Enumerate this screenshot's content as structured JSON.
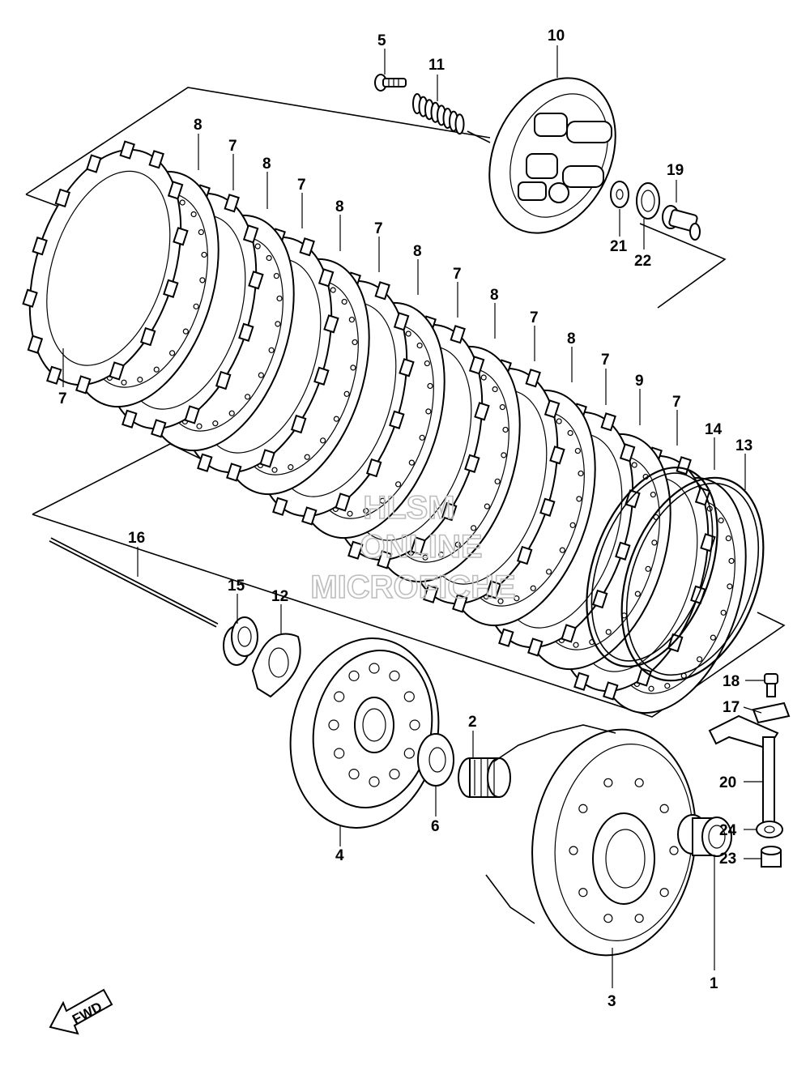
{
  "callouts": [
    {
      "id": "c5",
      "text": "5"
    },
    {
      "id": "c11",
      "text": "11"
    },
    {
      "id": "c10",
      "text": "10"
    },
    {
      "id": "c19",
      "text": "19"
    },
    {
      "id": "c21",
      "text": "21"
    },
    {
      "id": "c22",
      "text": "22"
    },
    {
      "id": "c8a",
      "text": "8"
    },
    {
      "id": "c7a",
      "text": "7"
    },
    {
      "id": "c8b",
      "text": "8"
    },
    {
      "id": "c7b",
      "text": "7"
    },
    {
      "id": "c8c",
      "text": "8"
    },
    {
      "id": "c7c",
      "text": "7"
    },
    {
      "id": "c8d",
      "text": "8"
    },
    {
      "id": "c7d",
      "text": "7"
    },
    {
      "id": "c8e",
      "text": "8"
    },
    {
      "id": "c7e",
      "text": "7"
    },
    {
      "id": "c8f",
      "text": "8"
    },
    {
      "id": "c7f",
      "text": "7"
    },
    {
      "id": "c9",
      "text": "9"
    },
    {
      "id": "c7g",
      "text": "7"
    },
    {
      "id": "c14",
      "text": "14"
    },
    {
      "id": "c13",
      "text": "13"
    },
    {
      "id": "c7left",
      "text": "7"
    },
    {
      "id": "c16",
      "text": "16"
    },
    {
      "id": "c15",
      "text": "15"
    },
    {
      "id": "c12",
      "text": "12"
    },
    {
      "id": "c18",
      "text": "18"
    },
    {
      "id": "c17",
      "text": "17"
    },
    {
      "id": "c20",
      "text": "20"
    },
    {
      "id": "c24",
      "text": "24"
    },
    {
      "id": "c23",
      "text": "23"
    },
    {
      "id": "c2",
      "text": "2"
    },
    {
      "id": "c6",
      "text": "6"
    },
    {
      "id": "c4",
      "text": "4"
    },
    {
      "id": "c3",
      "text": "3"
    },
    {
      "id": "c1",
      "text": "1"
    }
  ],
  "watermark": {
    "line1": "HLSM",
    "line2": "ONLINE",
    "line3": "MICROFICHE"
  },
  "fwd_label": "FWD"
}
